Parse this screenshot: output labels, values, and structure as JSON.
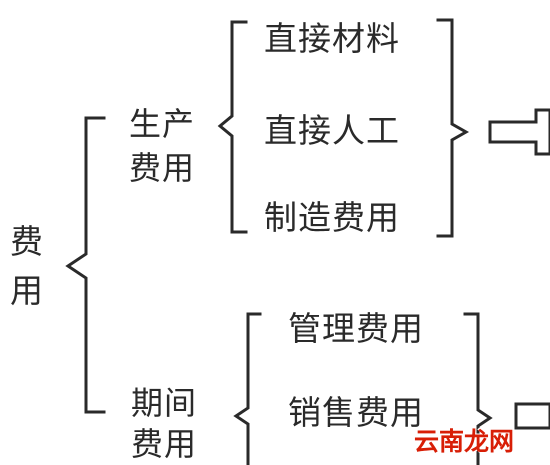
{
  "root": {
    "line1": "费",
    "line2": "用"
  },
  "groups": [
    {
      "label_line1": "生产",
      "label_line2": "费用",
      "items": [
        "直接材料",
        "直接人工",
        "制造费用"
      ]
    },
    {
      "label_line1": "期间",
      "label_line2": "费用",
      "items": [
        "管理费用",
        "销售费用"
      ]
    }
  ],
  "watermark": "云南龙网",
  "colors": {
    "line": "#2a2a2a",
    "text": "#2a2a2a",
    "watermark": "#d81e06"
  }
}
